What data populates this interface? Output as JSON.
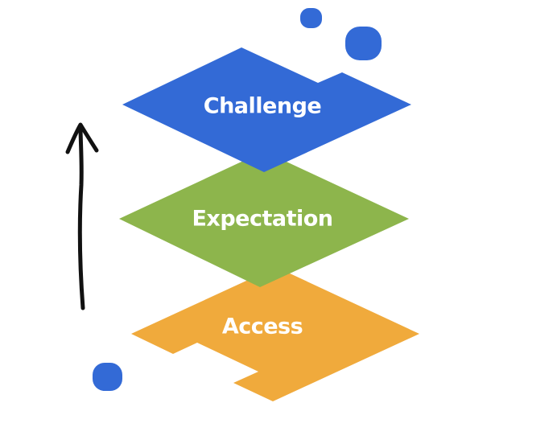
{
  "layers": [
    {
      "label": "Access",
      "color": "#f0aa3c"
    },
    {
      "label": "Expectation",
      "color": "#8db54c"
    },
    {
      "label": "Challenge",
      "color": "#336ad6"
    }
  ],
  "dot_color": "#336ad6",
  "arrow_color": "#111111"
}
